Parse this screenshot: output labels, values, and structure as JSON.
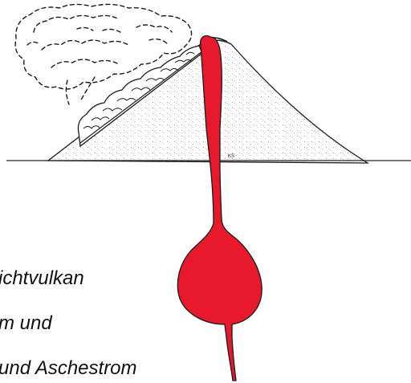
{
  "caption": {
    "lines": [
      "ichtvulkan",
      "m und",
      "und Aschestrom"
    ]
  },
  "artist_initials": "KS",
  "colors": {
    "magma": "#e8192c",
    "outline": "#1a1a1a",
    "ground": "#222222",
    "stipple": "#9a9a9a",
    "background": "#ffffff"
  }
}
